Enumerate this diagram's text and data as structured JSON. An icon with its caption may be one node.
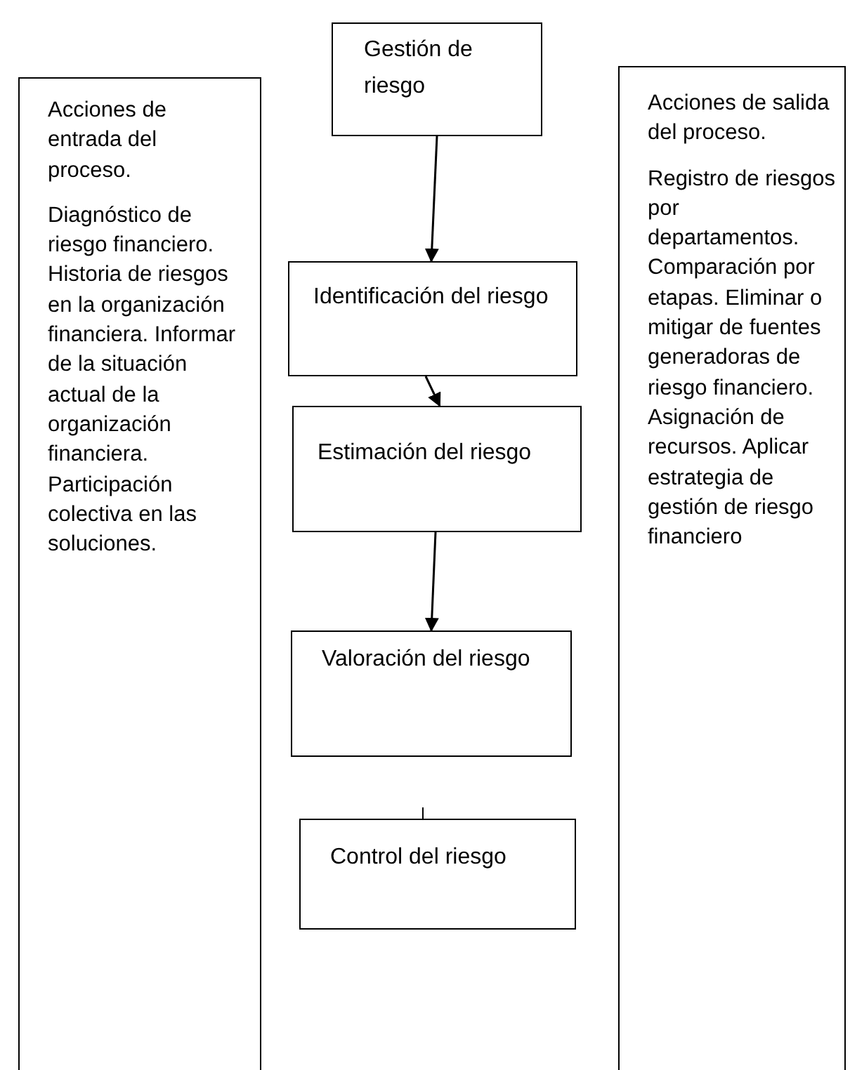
{
  "diagram": {
    "nodes": [
      {
        "text": [
          "Gestión de riesgo"
        ]
      },
      {
        "text": [
          "Identificación del riesgo"
        ]
      },
      {
        "text": [
          "Estimación del riesgo"
        ]
      },
      {
        "text": [
          "Valoración del riesgo"
        ]
      },
      {
        "text": [
          "Control del riesgo"
        ]
      },
      {
        "text": [
          "Acciones de entrada del proceso.",
          "Diagnóstico de riesgo financiero. Historia de riesgos en la organización financiera. Informar de la situación actual de la organización financiera. Participación colectiva en las soluciones."
        ]
      },
      {
        "text": [
          "Acciones de salida del proceso.",
          "Registro de riesgos por departamentos. Comparación por etapas. Eliminar o mitigar de fuentes generadoras de riesgo financiero. Asignación de recursos. Aplicar estrategia de gestión de riesgo financiero"
        ]
      }
    ],
    "edges": [
      {
        "from": 0,
        "to": 1,
        "arrow": "to"
      },
      {
        "from": 1,
        "to": 2,
        "arrow": "to"
      },
      {
        "from": 2,
        "to": 3,
        "arrow": "to"
      }
    ]
  }
}
